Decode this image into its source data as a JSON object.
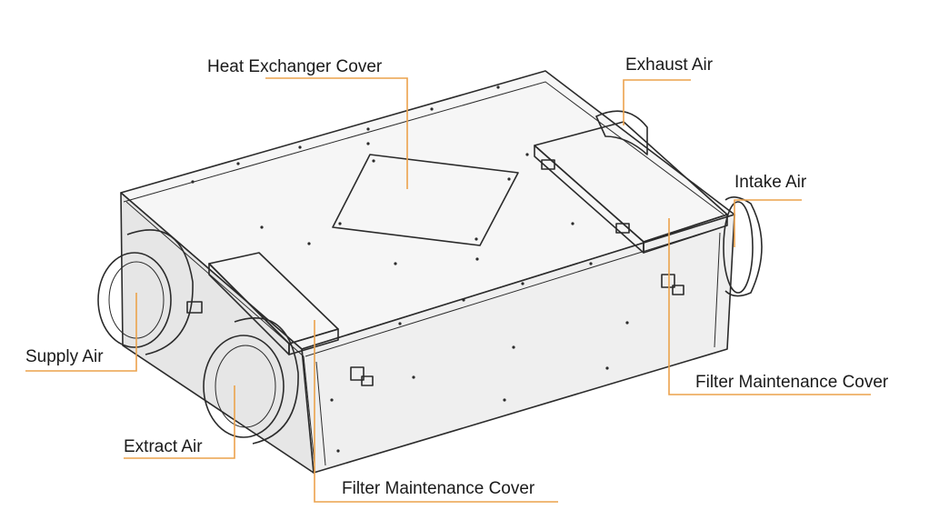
{
  "labels": {
    "heat_exchanger_cover": "Heat Exchanger Cover",
    "exhaust_air": "Exhaust Air",
    "intake_air": "Intake Air",
    "supply_air": "Supply Air",
    "extract_air": "Extract Air",
    "filter_maintenance_cover_right": "Filter Maintenance Cover",
    "filter_maintenance_cover_bottom": "Filter Maintenance Cover"
  },
  "colors": {
    "leader_line": "#eca24c",
    "outline": "#2b2b2b",
    "label_text": "#1a1a1a",
    "background": "#ffffff"
  }
}
